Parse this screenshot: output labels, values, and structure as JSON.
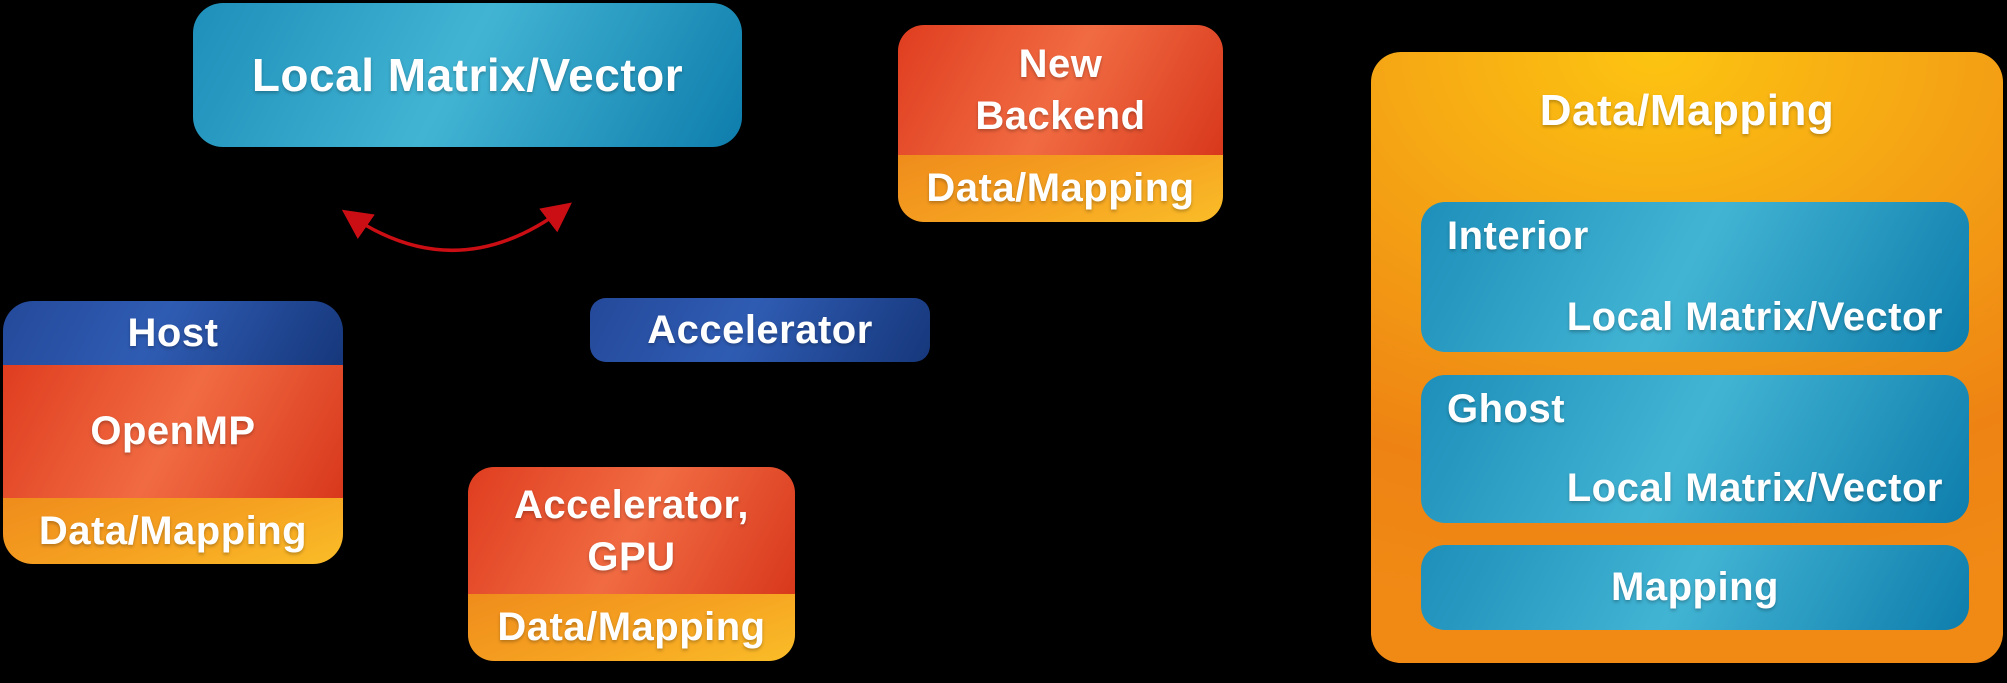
{
  "diagram": {
    "background": "#000000",
    "palette": {
      "teal": "#1d8fba",
      "dark_blue": "#2b55a8",
      "red": "#e8472b",
      "orange": "#f5a01e",
      "panel_orange": "#f39414",
      "arrow_red": "#cb0e14",
      "text": "#ffffff"
    },
    "local_matrix_vector_box": {
      "label": "Local Matrix/Vector"
    },
    "arrow": {
      "name": "bidirectional-curved-arrow",
      "color": "#cb0e14"
    },
    "host_stack": {
      "header": "Host",
      "body": "OpenMP",
      "footer": "Data/Mapping"
    },
    "accelerator_box": {
      "label": "Accelerator"
    },
    "accelerator_gpu_stack": {
      "line1": "Accelerator,",
      "line2": "GPU",
      "footer": "Data/Mapping"
    },
    "new_backend_stack": {
      "line1": "New",
      "line2": "Backend",
      "footer": "Data/Mapping"
    },
    "data_mapping_panel": {
      "title": "Data/Mapping",
      "interior_box": {
        "label": "Interior",
        "sublabel": "Local Matrix/Vector"
      },
      "ghost_box": {
        "label": "Ghost",
        "sublabel": "Local Matrix/Vector"
      },
      "mapping_box": {
        "label": "Mapping"
      }
    }
  }
}
